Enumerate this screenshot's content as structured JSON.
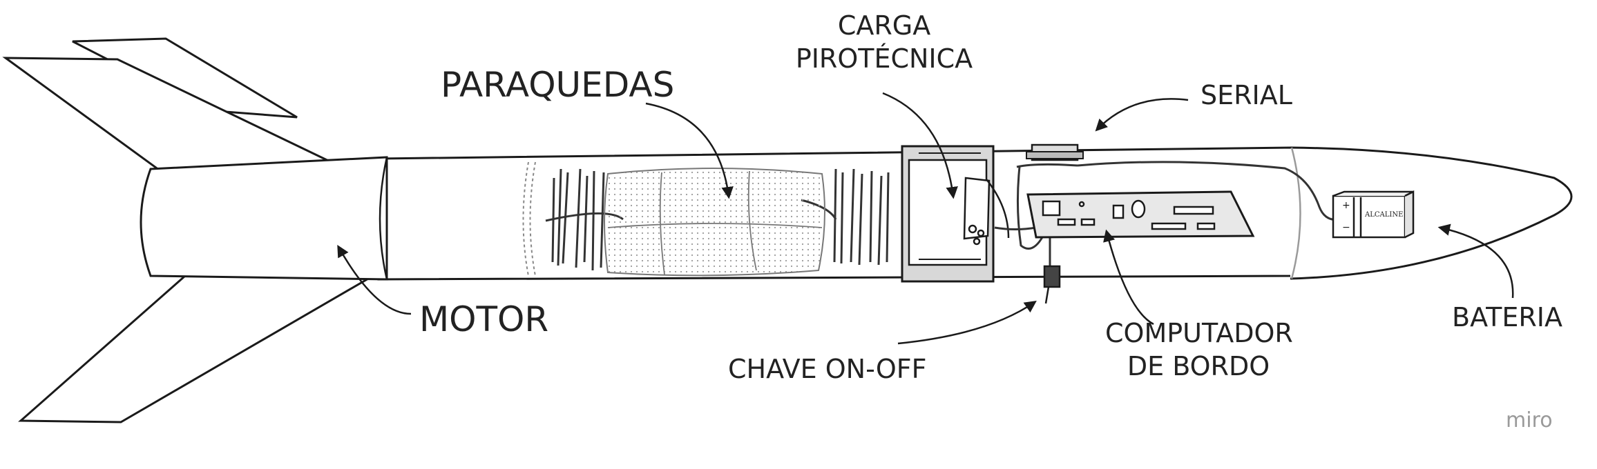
{
  "diagram": {
    "labels": {
      "paraquedas": "PARAQUEDAS",
      "carga_line1": "CARGA",
      "carga_line2": "PIROTÉCNICA",
      "serial": "SERIAL",
      "motor": "MOTOR",
      "chave": "CHAVE ON-OFF",
      "computador_line1": "COMPUTADOR",
      "computador_line2": "DE BORDO",
      "bateria": "BATERIA"
    },
    "battery_text": "ALCALINE",
    "battery_plus": "+",
    "battery_minus": "−",
    "watermark": "miro",
    "colors": {
      "stroke": "#1a1a1a",
      "fill": "#ffffff",
      "gray": "#d8d8d8",
      "parachute": "#e9e9e9"
    }
  }
}
